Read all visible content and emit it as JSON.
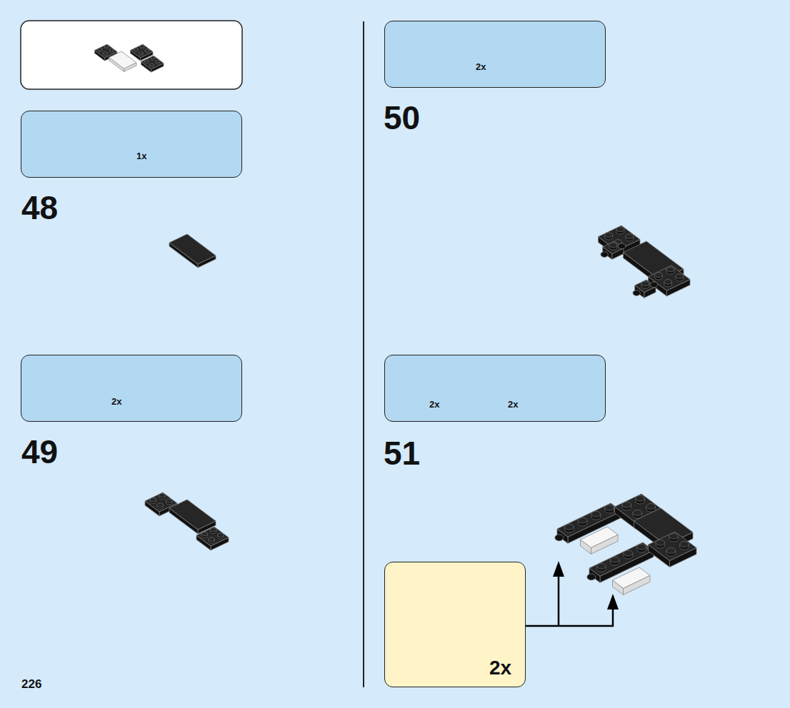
{
  "diagram": {
    "nodes": [
      {
        "text": [
          "1x"
        ]
      },
      {
        "text": [
          "2x"
        ]
      },
      {
        "text": [
          "2x"
        ]
      },
      {
        "text": [
          "2x",
          "2x"
        ]
      },
      {
        "text": [
          "2x"
        ]
      }
    ],
    "labels": [
      "48",
      "49",
      "50",
      "51",
      "226"
    ]
  }
}
